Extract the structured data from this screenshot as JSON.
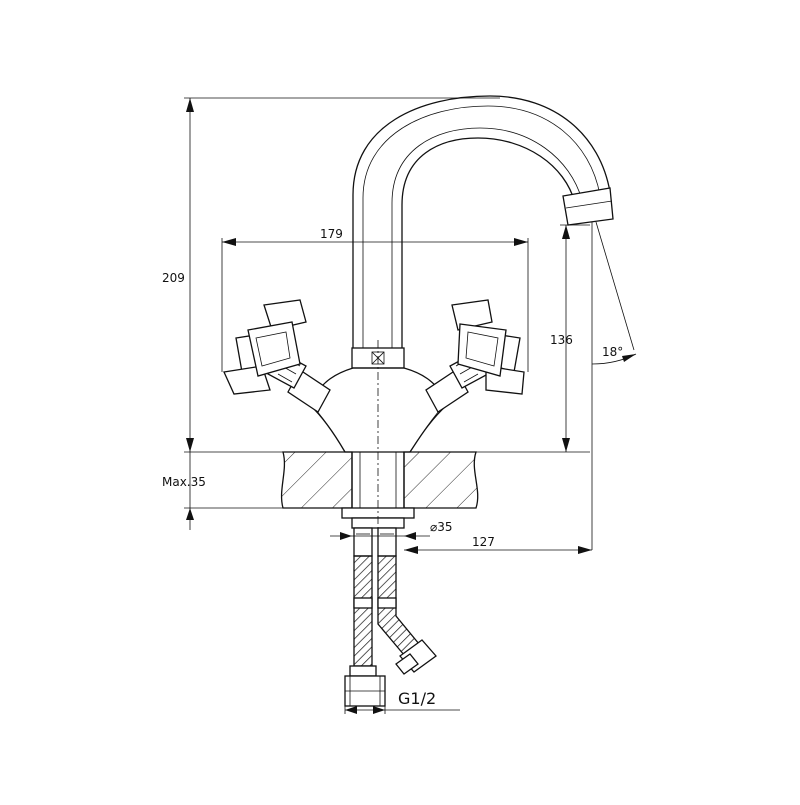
{
  "dimensions": {
    "height_total": "209",
    "handle_span": "179",
    "spout_height": "136",
    "spout_angle": "18°",
    "max_thickness": "Max.35",
    "hole_diameter": "⌀35",
    "spout_reach": "127",
    "thread": "G1/2"
  },
  "colors": {
    "line": "#111111",
    "background": "#ffffff"
  }
}
